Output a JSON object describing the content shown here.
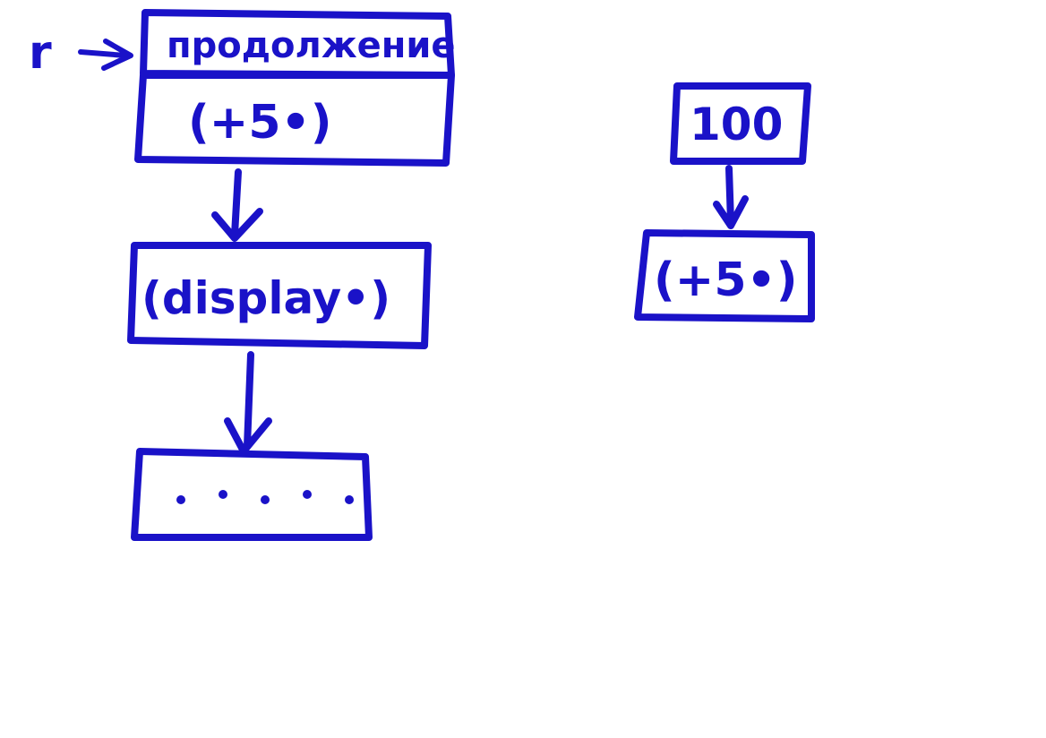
{
  "colors": {
    "ink": "#1a12c8",
    "paper": "#ffffff"
  },
  "pointer": {
    "label": "r"
  },
  "left_chain": {
    "head_box": {
      "title": "продолжение",
      "body": "(+5•)"
    },
    "second_box": {
      "text": "(display•)"
    },
    "third_box": {
      "dots": 5
    }
  },
  "right_chain": {
    "top_box": {
      "text": "100"
    },
    "bottom_box": {
      "text": "(+5•)"
    }
  }
}
